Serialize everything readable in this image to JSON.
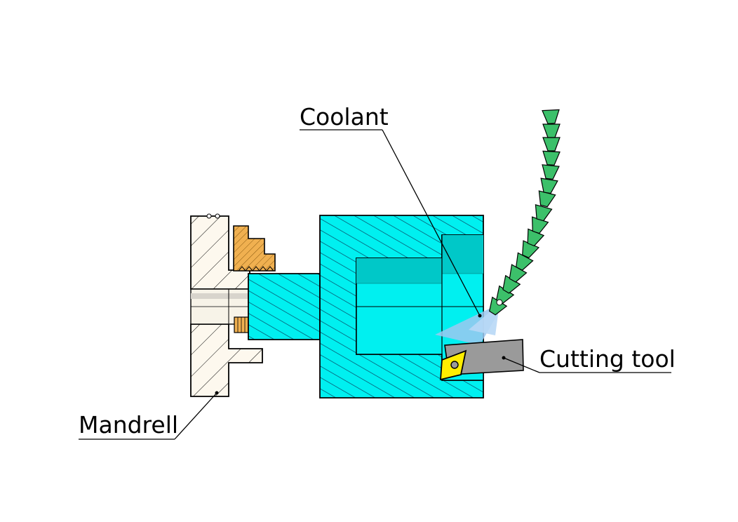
{
  "labels": {
    "coolant": "Coolant",
    "cutting_tool": "Cutting tool",
    "mandrell": "Mandrell"
  },
  "colors": {
    "workpiece": "#00f0f0",
    "workpiece_bore_shade": "#00c8c8",
    "mandrel_body": "#fdf8ee",
    "chuck_jaw": "#f0b050",
    "nozzle": "#3cc06a",
    "coolant_spray": "#9cc8f0",
    "tool_holder": "#9a9a9a",
    "insert": "#ffee00",
    "outline": "#000000"
  },
  "icons": {
    "nozzle": "segmented-coolant-nozzle-icon",
    "insert": "rhombic-cutting-insert-icon"
  }
}
